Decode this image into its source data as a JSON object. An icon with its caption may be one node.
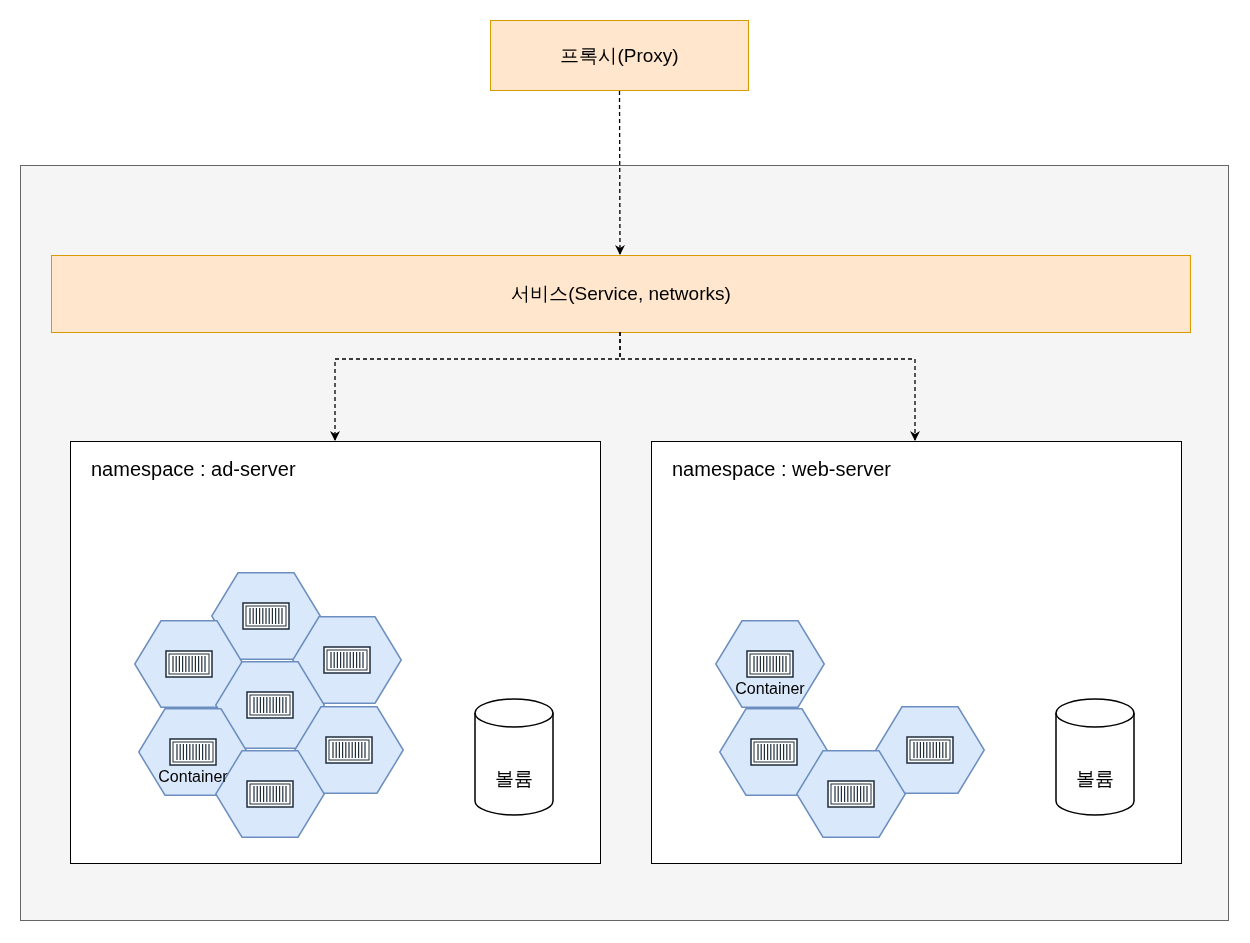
{
  "diagram": {
    "nodes": [
      {
        "text": [
          "프록시(Proxy)"
        ]
      },
      {
        "text": [],
        "shape": "box"
      },
      {
        "text": [
          "서비스(Service, networks)"
        ],
        "in": 1
      },
      {
        "text": [
          "namespace : ad-server"
        ],
        "in": 1
      },
      {
        "text": [
          "namespace : web-server"
        ],
        "in": 1
      },
      {
        "text": [],
        "shape": "hexagon",
        "in": 3
      },
      {
        "text": [],
        "shape": "hexagon",
        "in": 3
      },
      {
        "text": [],
        "shape": "hexagon",
        "in": 3
      },
      {
        "text": [],
        "shape": "hexagon",
        "in": 3
      },
      {
        "text": [],
        "shape": "hexagon",
        "in": 3
      },
      {
        "text": [
          "Container"
        ],
        "in": 3
      },
      {
        "text": [],
        "shape": "hexagon",
        "in": 3
      },
      {
        "text": [
          "볼륨"
        ],
        "in": 3
      },
      {
        "text": [
          "Container"
        ],
        "in": 4
      },
      {
        "text": [],
        "shape": "hexagon",
        "in": 4
      },
      {
        "text": [],
        "shape": "hexagon",
        "in": 4
      },
      {
        "text": [],
        "shape": "hexagon",
        "in": 4
      },
      {
        "text": [
          "볼륨"
        ],
        "in": 4
      }
    ],
    "edges": [
      {
        "from": 0,
        "to": 2,
        "arrow": "to",
        "style": "dashed"
      },
      {
        "from": 2,
        "to": 3,
        "arrow": "to",
        "style": "dashed"
      },
      {
        "from": 2,
        "to": 4,
        "arrow": "to",
        "style": "dashed"
      }
    ]
  }
}
